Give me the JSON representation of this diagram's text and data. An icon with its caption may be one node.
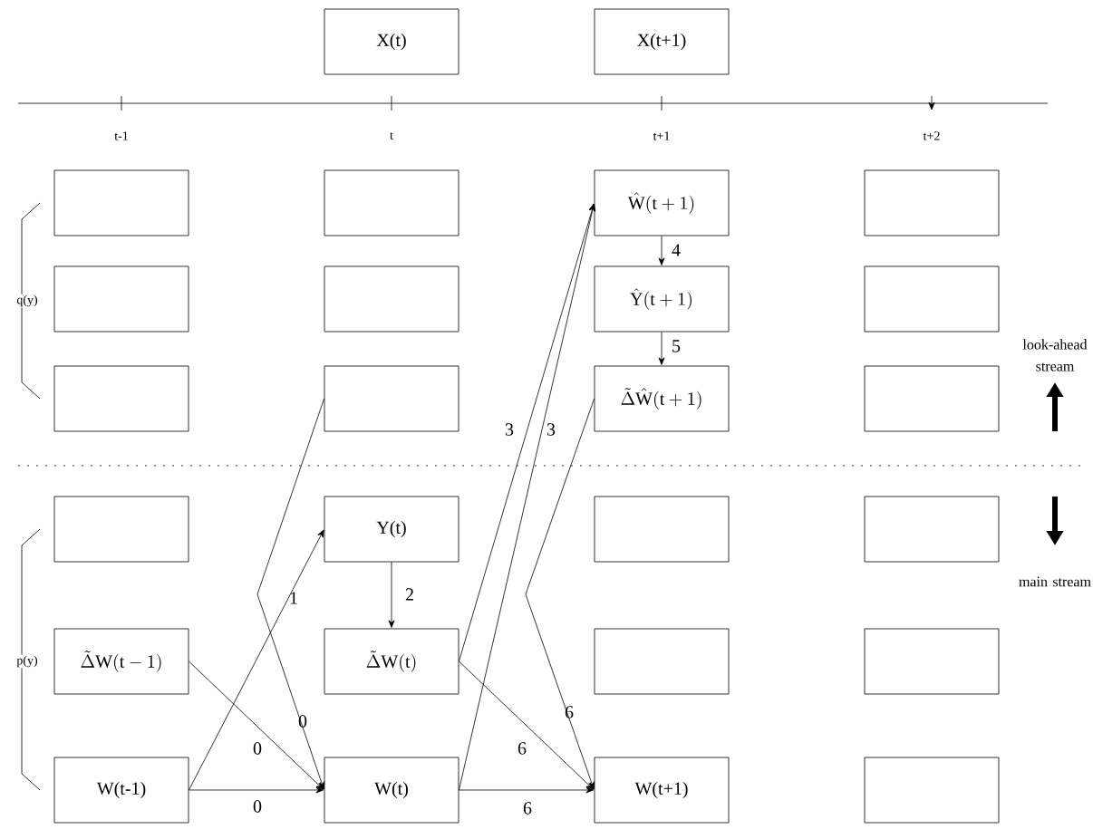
{
  "diagram": {
    "nodes": [
      {
        "text": [
          "X(t)"
        ]
      },
      {
        "text": [
          "X(t+1)"
        ]
      },
      {
        "text": [],
        "shape": "box"
      },
      {
        "text": [],
        "shape": "box"
      },
      {
        "text": [
          "\\hat{\\mathrm{W}}(\\mathrm{t}+1)"
        ]
      },
      {
        "text": [],
        "shape": "box"
      },
      {
        "text": [],
        "shape": "box"
      },
      {
        "text": [],
        "shape": "box"
      },
      {
        "text": [
          "\\hat{\\mathrm{Y}}(\\mathrm{t}+1)"
        ]
      },
      {
        "text": [],
        "shape": "box"
      },
      {
        "text": [],
        "shape": "box"
      },
      {
        "text": [],
        "shape": "box"
      },
      {
        "text": [
          "\\tilde{\\Delta}\\hat{\\mathrm{W}}(\\mathrm{t}+1)"
        ]
      },
      {
        "text": [],
        "shape": "box"
      },
      {
        "text": [],
        "shape": "box"
      },
      {
        "text": [
          "Y(t)"
        ]
      },
      {
        "text": [],
        "shape": "box"
      },
      {
        "text": [],
        "shape": "box"
      },
      {
        "text": [
          "\\tilde{\\Delta}\\mathrm{W}(\\mathrm{t}-1)"
        ]
      },
      {
        "text": [
          "\\tilde{\\Delta}\\mathrm{W}(\\mathrm{t})"
        ]
      },
      {
        "text": [],
        "shape": "box"
      },
      {
        "text": [],
        "shape": "box"
      },
      {
        "text": [
          "W(t-1)"
        ]
      },
      {
        "text": [
          "W(t)"
        ]
      },
      {
        "text": [
          "W(t+1)"
        ]
      },
      {
        "text": [],
        "shape": "box"
      }
    ],
    "edges": [
      {
        "from": 4,
        "to": 8,
        "arrow": "to",
        "label": "4"
      },
      {
        "from": 8,
        "to": 12,
        "arrow": "to",
        "label": "5"
      },
      {
        "from": 15,
        "to": 19,
        "arrow": "to",
        "label": "2"
      },
      {
        "from": 22,
        "to": 23,
        "arrow": "to",
        "label": "0"
      },
      {
        "from": 18,
        "to": 23,
        "arrow": "to",
        "label": "0"
      },
      {
        "from": 11,
        "to": 23,
        "arrow": "to",
        "label": "0"
      },
      {
        "from": 22,
        "to": 15,
        "arrow": "to",
        "label": "1"
      },
      {
        "from": 23,
        "to": 4,
        "arrow": "to",
        "label": "3"
      },
      {
        "from": 19,
        "to": 4,
        "arrow": "to",
        "label": "3"
      },
      {
        "from": 23,
        "to": 24,
        "arrow": "to",
        "label": "6"
      },
      {
        "from": 19,
        "to": 24,
        "arrow": "to",
        "label": "6"
      },
      {
        "from": 12,
        "to": 24,
        "arrow": "to",
        "label": "6"
      }
    ],
    "labels": [
      "t-1",
      "t",
      "t+1",
      "t+2",
      "q(y)",
      "p(y)",
      "look-ahead stream",
      "main stream"
    ]
  }
}
